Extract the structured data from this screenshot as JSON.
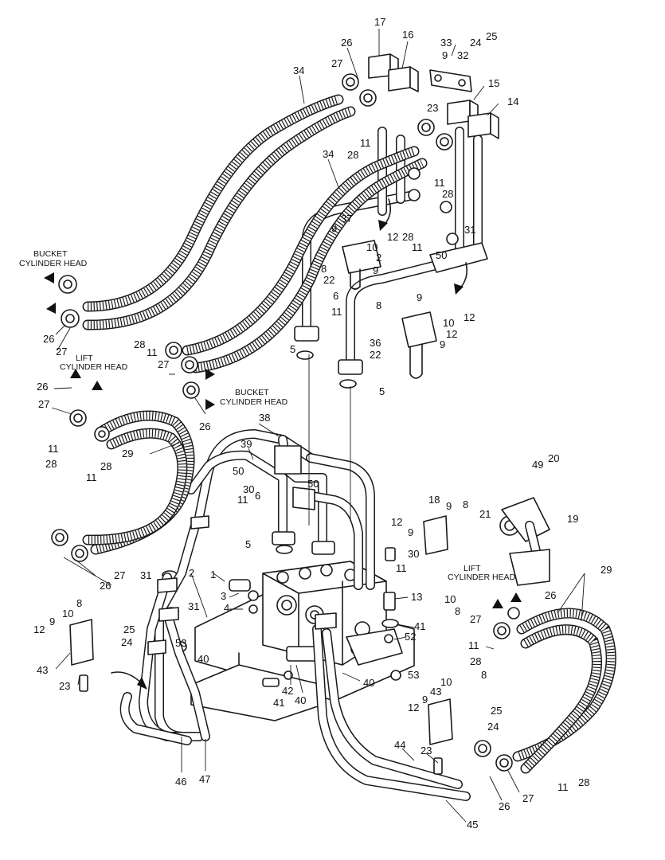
{
  "captions": {
    "bucket_left_1": "BUCKET",
    "bucket_left_2": "CYLINDER HEAD",
    "lift_left_1": "LIFT",
    "lift_left_2": "CYLINDER HEAD",
    "bucket_mid_1": "BUCKET",
    "bucket_mid_2": "CYLINDER HEAD",
    "lift_right_1": "LIFT",
    "lift_right_2": "CYLINDER HEAD"
  },
  "callouts": {
    "c17": "17",
    "c16": "16",
    "c33": "33",
    "c24a": "24",
    "c25a": "25",
    "c9a": "9",
    "c32": "32",
    "c26a": "26",
    "c27a": "27",
    "c34a": "34",
    "c15": "15",
    "c23a": "23",
    "c14": "14",
    "c11a": "11",
    "c28a": "28",
    "c34b": "34",
    "c11b": "11",
    "c28b": "28",
    "c9b": "9",
    "c37": "37",
    "c12a": "12",
    "c28c": "28",
    "c11c": "11",
    "c31a": "31",
    "c10a": "10",
    "c2a": "2",
    "c50a": "50",
    "c8a": "8",
    "c9c": "9",
    "c22a": "22",
    "c6a": "6",
    "c11d": "11",
    "c9d": "9",
    "c8b": "8",
    "c12b": "12",
    "c10b": "10",
    "c12c": "12",
    "c36": "36",
    "c9e": "9",
    "c22b": "22",
    "c5a": "5",
    "c5b": "5",
    "c26b": "26",
    "c27b": "27",
    "c28d": "28",
    "c11e": "11",
    "c27c": "27",
    "c26c": "26",
    "c27d": "27",
    "c26d": "26",
    "c38": "38",
    "c39": "39",
    "c29a": "29",
    "c11f": "11",
    "c28e": "28",
    "c28f": "28",
    "c11g": "11",
    "c50b": "50",
    "c30a": "30",
    "c11h": "11",
    "c6b": "6",
    "c49": "49",
    "c20": "20",
    "c18": "18",
    "c9f": "9",
    "c8c": "8",
    "c12d": "12",
    "c9g": "9",
    "c21": "21",
    "c19": "19",
    "c5c": "5",
    "c30b": "30",
    "c11i": "11",
    "c27e": "27",
    "c26e": "26",
    "c31b": "31",
    "c2b": "2",
    "c1": "1",
    "c3": "3",
    "c4": "4",
    "c31c": "31",
    "c13": "13",
    "c41a": "41",
    "c52": "52",
    "c29b": "29",
    "c10c": "10",
    "c8d": "8",
    "c26f": "26",
    "c27f": "27",
    "c11j": "11",
    "c28g": "28",
    "c8e": "8",
    "c10d": "10",
    "c9h": "9",
    "c12e": "12",
    "c25b": "25",
    "c24b": "24",
    "c53a": "53",
    "c43a": "43",
    "c40a": "40",
    "c23b": "23",
    "c42": "42",
    "c41b": "41",
    "c40b": "40",
    "c40c": "40",
    "c53b": "53",
    "c8f": "8",
    "c43b": "43",
    "c10e": "10",
    "c9i": "9",
    "c12f": "12",
    "c25c": "25",
    "c24c": "24",
    "c44": "44",
    "c23c": "23",
    "c46": "46",
    "c47": "47",
    "c26g": "26",
    "c27g": "27",
    "c11k": "11",
    "c28h": "28",
    "c45": "45"
  }
}
